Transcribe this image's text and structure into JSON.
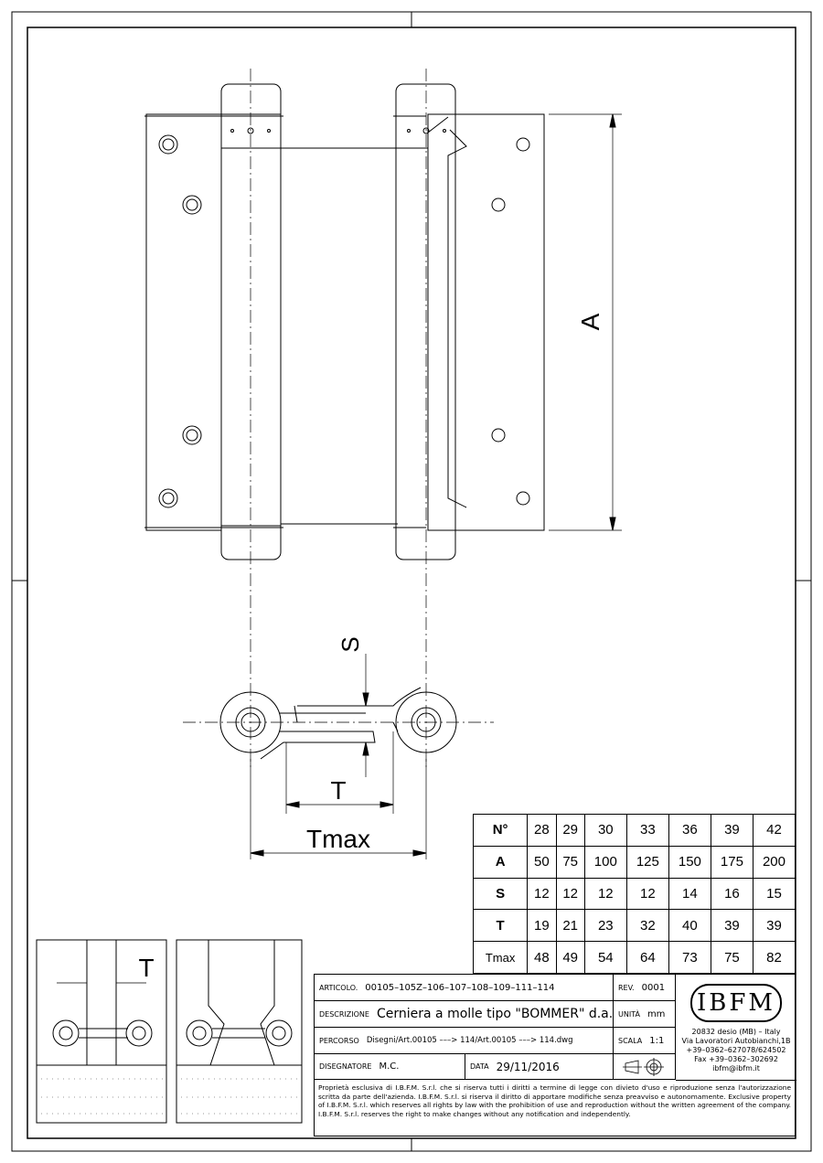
{
  "dimension_labels": {
    "A": "A",
    "S": "S",
    "T": "T",
    "Tmax": "Tmax",
    "T_detail": "T"
  },
  "table": {
    "rows": [
      {
        "label": "N°",
        "values": [
          "28",
          "29",
          "30",
          "33",
          "36",
          "39",
          "42"
        ]
      },
      {
        "label": "A",
        "values": [
          "50",
          "75",
          "100",
          "125",
          "150",
          "175",
          "200"
        ]
      },
      {
        "label": "S",
        "values": [
          "12",
          "12",
          "12",
          "12",
          "14",
          "16",
          "15"
        ]
      },
      {
        "label": "T",
        "values": [
          "19",
          "21",
          "23",
          "32",
          "40",
          "39",
          "39"
        ]
      },
      {
        "label": "Tmax",
        "values": [
          "48",
          "49",
          "54",
          "64",
          "73",
          "75",
          "82"
        ]
      }
    ]
  },
  "title_block": {
    "articolo_label": "ARTICOLO.",
    "articolo": "00105–105Z–106–107–108–109–111–114",
    "descrizione_label": "DESCRIZIONE",
    "descrizione": "Cerniera a molle tipo \"BOMMER\" d.a.",
    "percorso_label": "PERCORSO",
    "percorso": "Disegni/Art.00105 –––> 114/Art.00105 –––> 114.dwg",
    "disegnatore_label": "DISEGNATORE",
    "disegnatore": "M.C.",
    "data_label": "DATA",
    "data": "29/11/2016",
    "rev_label": "REV.",
    "rev": "0001",
    "unita_label": "UNITÀ",
    "unita": "mm",
    "scala_label": "SCALA",
    "scala": "1:1"
  },
  "company": {
    "logo": "IBFM",
    "address1": "20832 desio (MB) – Italy",
    "address2": "Via Lavoratori Autobianchi,1B",
    "phone": "+39–0362–627078/624502",
    "fax": "Fax +39–0362–302692",
    "email": "ibfm@ibfm.it"
  },
  "footer_text": "Proprietà esclusiva di I.B.F.M. S.r.l. che si riserva tutti i diritti a termine di legge con divieto d'uso e riproduzione senza l'autorizzazione scritta da parte dell'azienda. I.B.F.M. S.r.l. si riserva il diritto di apportare modifiche senza preavviso e autonomamente. Exclusive property of I.B.F.M. S.r.l. which reserves all rights by law with the prohibition of use and reproduction without the written agreement of the company. I.B.F.M. S.r.l. reserves the right to make changes without any notification and independently."
}
